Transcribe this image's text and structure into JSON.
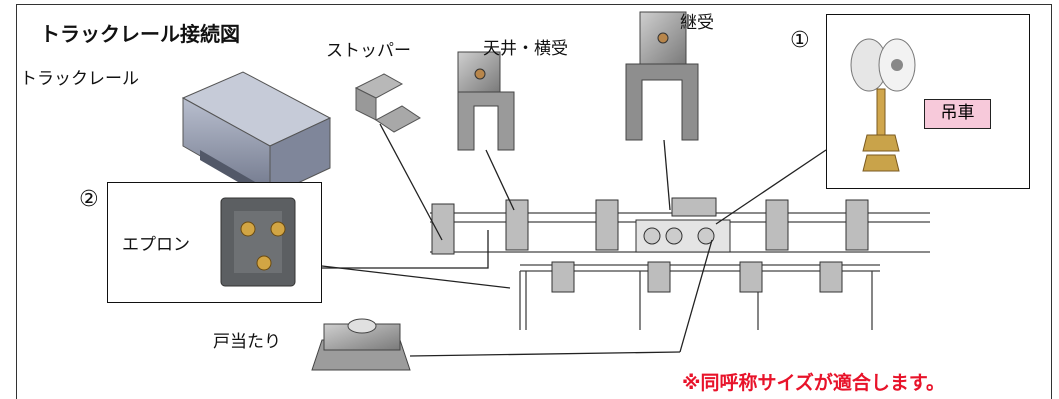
{
  "title": "トラックレール接続図",
  "labels": {
    "track_rail": "トラックレール",
    "stopper": "ストッパー",
    "ceiling_bracket": "天井・横受",
    "joint": "継受",
    "hanger": "吊車",
    "apron": "エプロン",
    "door_stop": "戸当たり"
  },
  "callouts": {
    "one": "①",
    "two": "②"
  },
  "note": "※同呼称サイズが適合します。",
  "colors": {
    "note_red": "#e8132a",
    "hanger_tag_pink": "#f7c9da",
    "rail_steel": "#8c93a6",
    "bracket_gray": "#8a8a8a"
  }
}
